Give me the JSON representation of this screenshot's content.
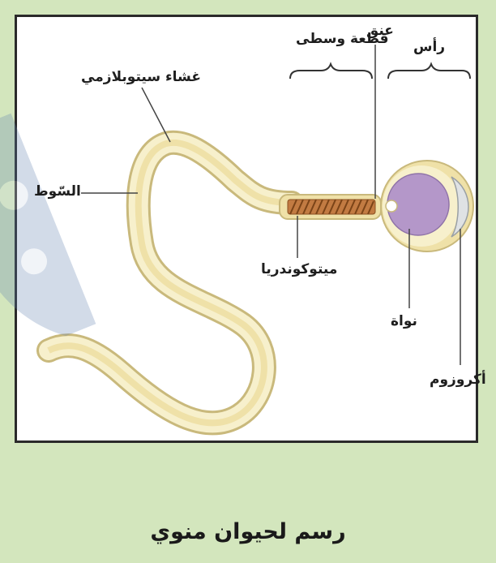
{
  "labels": {
    "head": "رأس",
    "neck": "عنق",
    "middle_piece": "قطعة وسطى",
    "plasma_membrane": "غشاء سيتوبلازمي",
    "flagellum": "السّوط",
    "mitochondria": "ميتوكوندريا",
    "nucleus": "نواة",
    "acrosome": "أكروزوم"
  },
  "caption": "رسم لحيوان منوي",
  "colors": {
    "page_background": "#d3e6bd",
    "membrane": "#e8d79a",
    "cytoplasm": "#f7f0cc",
    "nucleus": "#b497c9",
    "mitochondria": "#b8713a",
    "acrosome": "#dfe2e4"
  }
}
